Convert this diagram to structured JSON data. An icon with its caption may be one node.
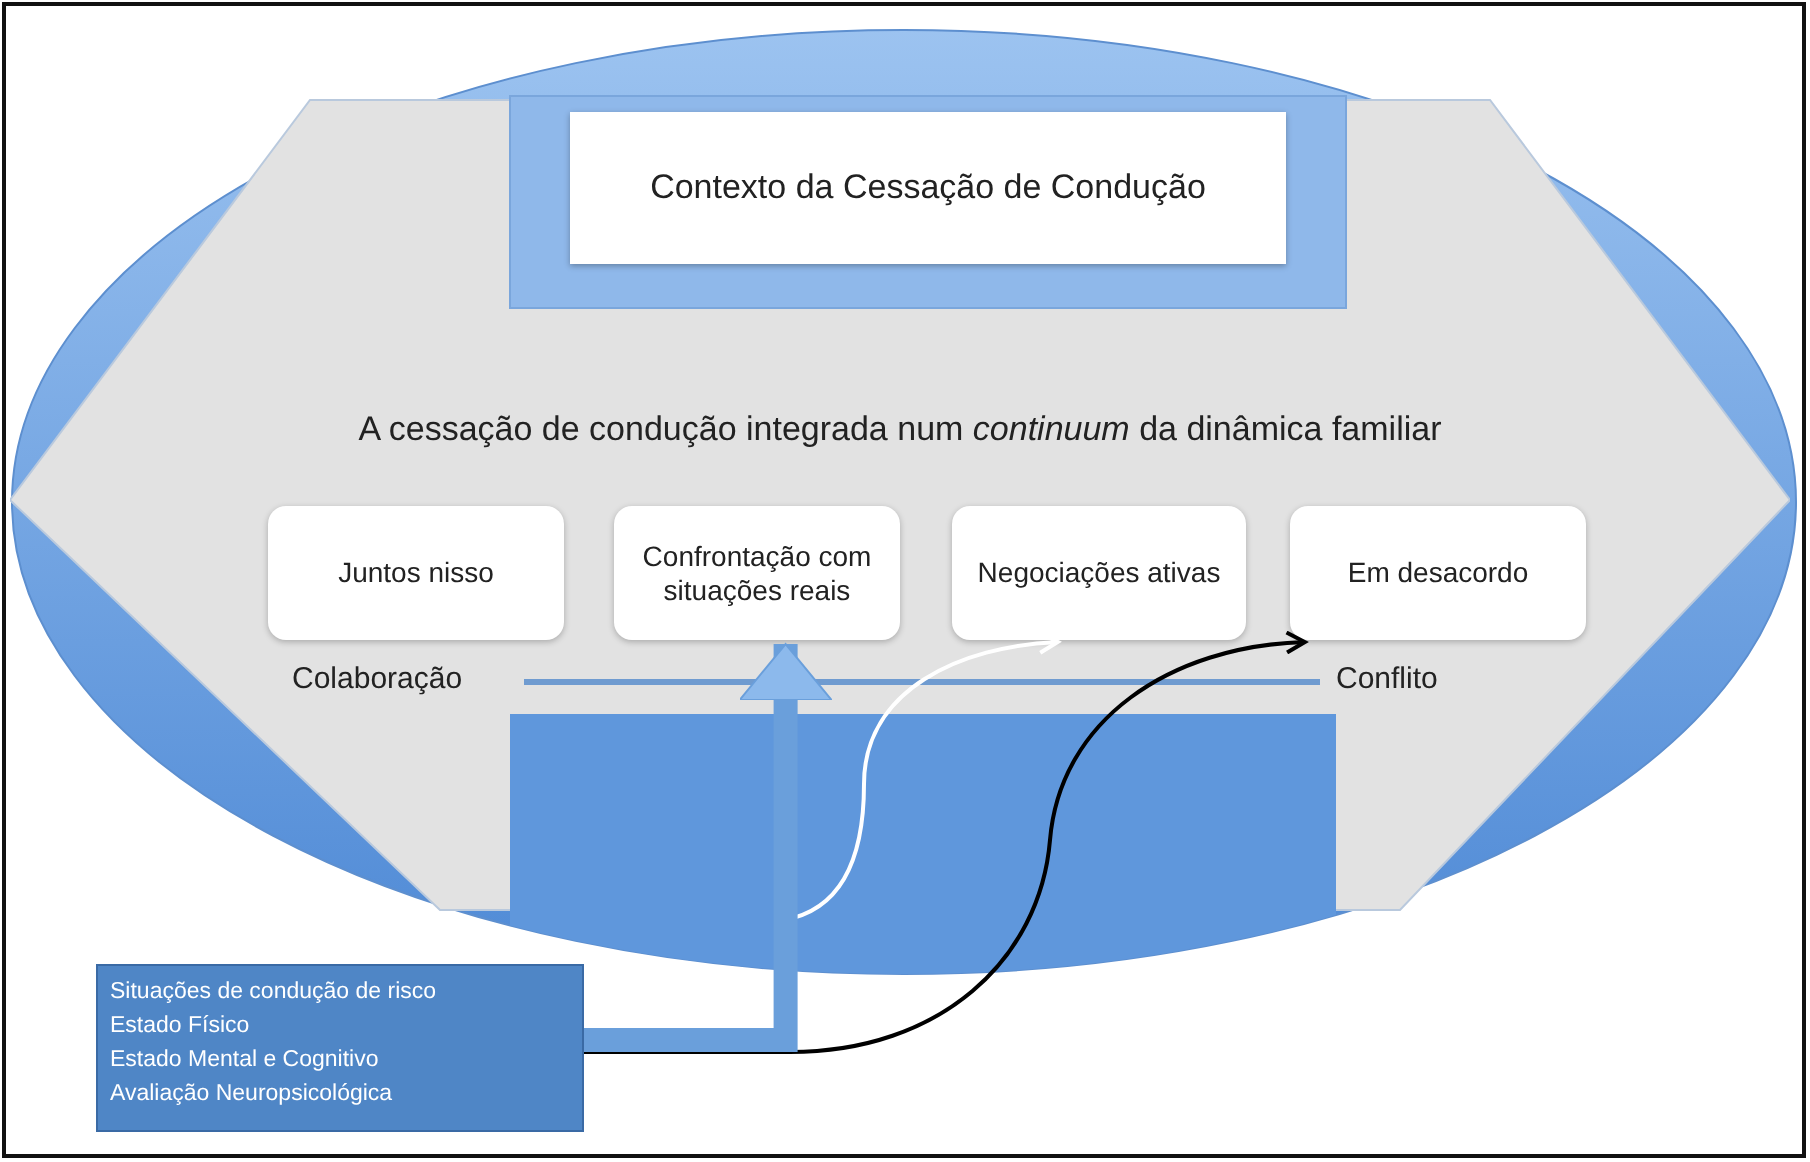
{
  "diagram": {
    "nodes": [
      {
        "text": [
          "Contexto da Cessação de Condução"
        ],
        "in": 1
      },
      {
        "text": [
          "A cessação de condução integrada num *continuum* da dinâmica familiar"
        ]
      },
      {
        "text": [
          "Juntos nisso"
        ],
        "in": 1
      },
      {
        "text": [
          "Confrontação com situações reais"
        ],
        "in": 1
      },
      {
        "text": [
          "Negociações ativas"
        ],
        "in": 1
      },
      {
        "text": [
          "Em desacordo"
        ],
        "in": 1
      },
      {
        "text": [
          "Situações de condução de risco",
          "Estado Físico",
          "Estado Mental e Cognitivo",
          "Avaliação Neuropsicológica"
        ]
      }
    ],
    "edges": [
      {
        "from": 6,
        "to": 3,
        "arrow": "to",
        "style": "thick",
        "color": "#6a9fdb"
      },
      {
        "from": 6,
        "to": 4,
        "arrow": "to",
        "color": "#ffffff"
      },
      {
        "from": 6,
        "to": 5,
        "arrow": "to",
        "color": "#000000"
      }
    ],
    "labels": [
      "Colaboração",
      "Conflito"
    ]
  }
}
